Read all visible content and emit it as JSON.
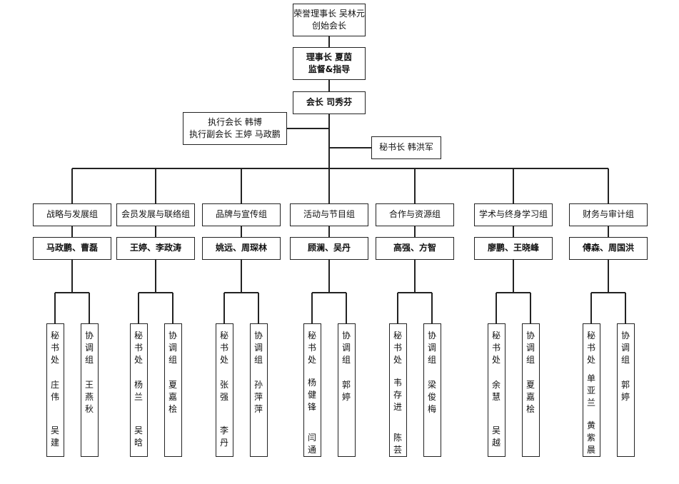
{
  "honorary": {
    "line1": "荣誉理事长 吴林元",
    "line2": "创始会长"
  },
  "chair": {
    "line1": "理事长 夏茵",
    "line2": "监督&指导"
  },
  "president": {
    "line1": "会长 司秀芬"
  },
  "executive": {
    "line1": "执行会长 韩博",
    "line2": "执行副会长 王婷 马政鹏"
  },
  "secretary_general": {
    "line1": "秘书长 韩洪军"
  },
  "groups": [
    {
      "name": "战略与发展组",
      "leaders": "马政鹏、曹磊",
      "secretariat": {
        "title": "秘书处",
        "members": [
          "庄伟",
          "吴建"
        ]
      },
      "coordination": {
        "title": "协调组",
        "members": [
          "王燕秋"
        ]
      }
    },
    {
      "name": "会员发展与联络组",
      "leaders": "王婷、李政涛",
      "secretariat": {
        "title": "秘书处",
        "members": [
          "杨兰",
          "吴晗"
        ]
      },
      "coordination": {
        "title": "协调组",
        "members": [
          "夏嘉桧"
        ]
      }
    },
    {
      "name": "品牌与宣传组",
      "leaders": "姚远、周琛林",
      "secretariat": {
        "title": "秘书处",
        "members": [
          "张强",
          "李丹"
        ]
      },
      "coordination": {
        "title": "协调组",
        "members": [
          "孙萍萍"
        ]
      }
    },
    {
      "name": "活动与节目组",
      "leaders": "顾澜、吴丹",
      "secretariat": {
        "title": "秘书处",
        "members": [
          "杨健锋",
          "闫通"
        ]
      },
      "coordination": {
        "title": "协调组",
        "members": [
          "郭婷"
        ]
      }
    },
    {
      "name": "合作与资源组",
      "leaders": "高强、方智",
      "secretariat": {
        "title": "秘书处",
        "members": [
          "韦存进",
          "陈芸"
        ]
      },
      "coordination": {
        "title": "协调组",
        "members": [
          "梁俊梅"
        ]
      }
    },
    {
      "name": "学术与终身学习组",
      "leaders": "廖鹏、王晓峰",
      "secretariat": {
        "title": "秘书处",
        "members": [
          "余慧",
          "吴越"
        ]
      },
      "coordination": {
        "title": "协调组",
        "members": [
          "夏嘉桧"
        ]
      }
    },
    {
      "name": "财务与审计组",
      "leaders": "傅森、周国洪",
      "secretariat": {
        "title": "秘书处",
        "members": [
          "单亚兰",
          "黄紫晨"
        ]
      },
      "coordination": {
        "title": "协调组",
        "members": [
          "郭婷"
        ]
      }
    }
  ]
}
